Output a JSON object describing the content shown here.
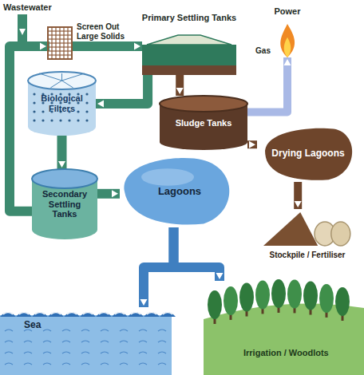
{
  "diagram": {
    "nodes": [
      {
        "text": [
          "Screen Out Large Solids"
        ]
      },
      {
        "text": [
          "Primary Settling Tanks"
        ]
      },
      {
        "text": [
          "Power",
          "Gas"
        ]
      },
      {
        "text": [
          "Biological Filters"
        ]
      },
      {
        "text": [
          "Sludge Tanks"
        ]
      },
      {
        "text": [
          "Secondary Settling Tanks"
        ]
      },
      {
        "text": [
          "Drying Lagoons"
        ]
      },
      {
        "text": [
          "Lagoons"
        ]
      },
      {
        "text": [
          "Stockpile / Fertiliser"
        ]
      },
      {
        "text": [
          "Sea"
        ]
      },
      {
        "text": [
          "Irrigation / Woodlots"
        ]
      }
    ],
    "edges": [
      {
        "from": 0,
        "to": 1,
        "arrow": "to"
      },
      {
        "from": 1,
        "to": 4,
        "arrow": "to"
      },
      {
        "from": 4,
        "to": 2,
        "arrow": "to"
      },
      {
        "from": 4,
        "to": 6,
        "arrow": "to"
      },
      {
        "from": 6,
        "to": 8,
        "arrow": "to"
      },
      {
        "from": 1,
        "to": 3,
        "arrow": "to"
      },
      {
        "from": 3,
        "to": 5,
        "arrow": "to"
      },
      {
        "from": 5,
        "to": 7,
        "arrow": "to"
      },
      {
        "from": 7,
        "to": 9,
        "arrow": "to"
      },
      {
        "from": 7,
        "to": 10,
        "arrow": "to"
      },
      {
        "from": 5,
        "to": 0,
        "arrow": "to"
      }
    ],
    "labels": [
      "Wastewater"
    ]
  }
}
